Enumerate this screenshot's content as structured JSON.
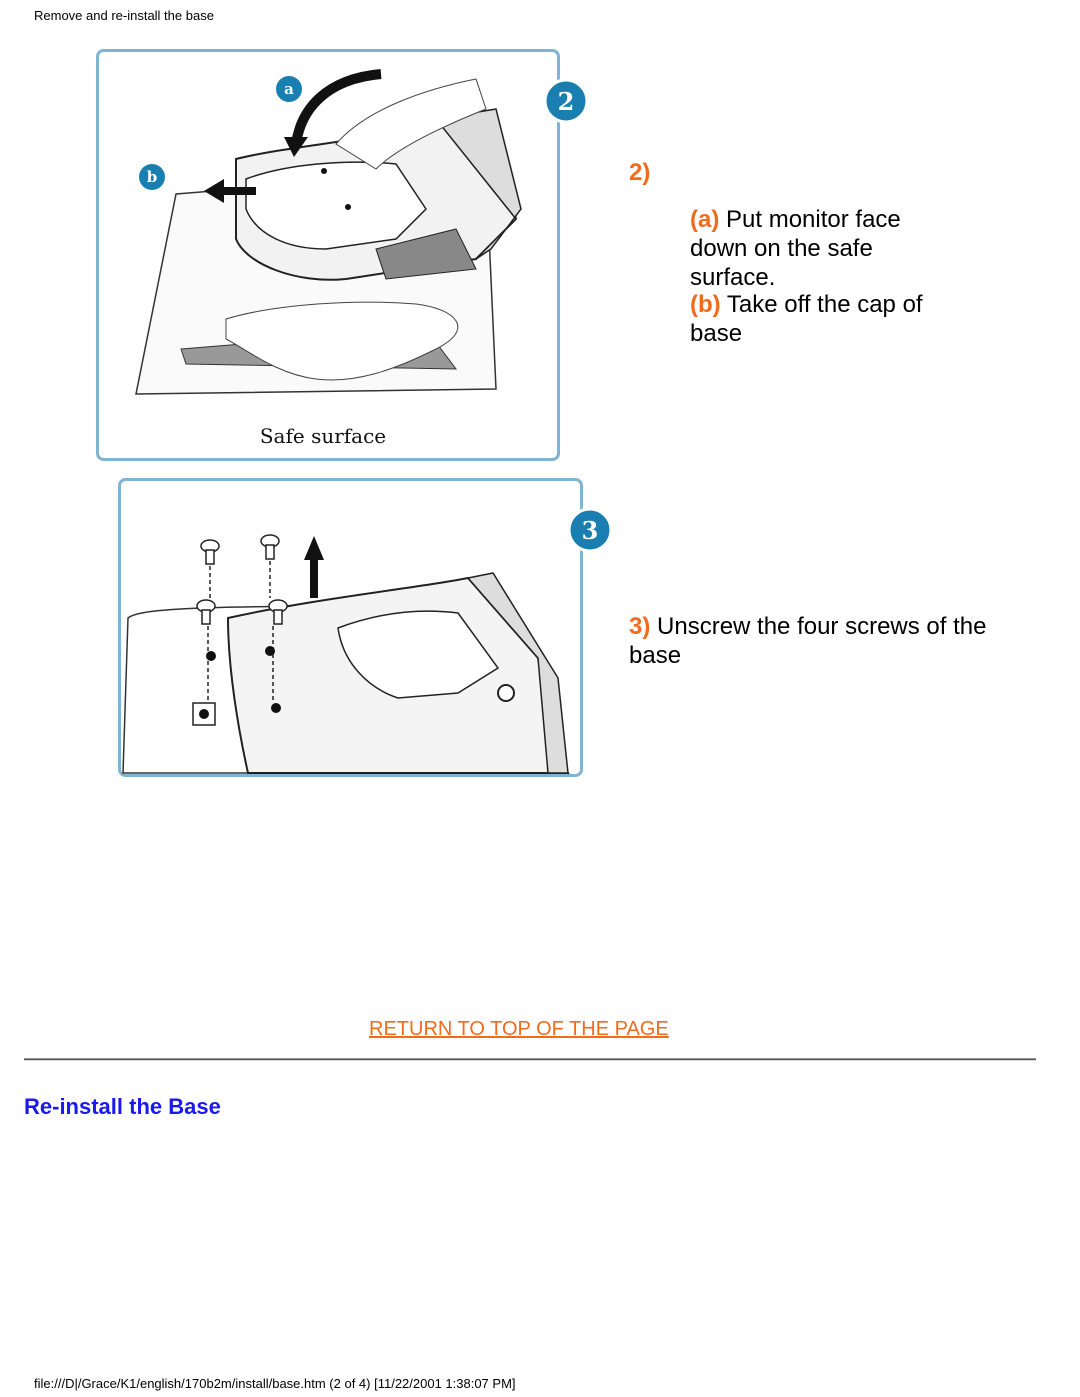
{
  "page": {
    "title": "Remove and re-install the base",
    "footer": "file:///D|/Grace/K1/english/170b2m/install/base.htm (2 of 4) [11/22/2001 1:38:07 PM]"
  },
  "illustration_2": {
    "step_badge": "2",
    "label_a": "a",
    "label_b": "b",
    "caption": "Safe surface"
  },
  "illustration_3": {
    "step_badge": "3"
  },
  "steps": {
    "step2": {
      "number": "2)",
      "a_label": "(a)",
      "a_text": "Put monitor face down on the safe surface.",
      "b_label": "(b)",
      "b_text": "Take off the cap of base"
    },
    "step3": {
      "number": "3)",
      "text": "Unscrew the four screws of the base"
    }
  },
  "links": {
    "return_top": "RETURN TO TOP OF THE PAGE"
  },
  "section": {
    "heading": "Re-install the Base"
  },
  "colors": {
    "accent_orange": "#f26b1d",
    "heading_blue": "#1a1aee",
    "badge_blue": "#1a7fb0",
    "frame_blue": "#7fb4d2"
  }
}
